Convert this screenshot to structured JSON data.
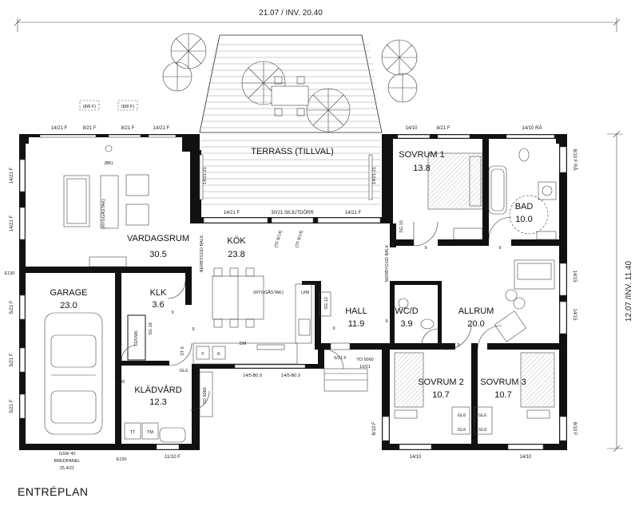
{
  "title": "ENTRÉPLAN",
  "dimensions": {
    "top": "21.07 / INV. 20.40",
    "right": "12.07 /INV. 11.40"
  },
  "rooms": {
    "terrass": "TERRASS (TILLVAL)",
    "vardagsrum": {
      "name": "VARDAGSRUM",
      "area": "30.5"
    },
    "kok": {
      "name": "KÖK",
      "area": "23.8"
    },
    "garage": {
      "name": "GARAGE",
      "area": "23.0"
    },
    "klk": {
      "name": "KLK",
      "area": "3.6"
    },
    "kladvard": {
      "name": "KLÄDVÅRD",
      "area": "12.3"
    },
    "hall": {
      "name": "HALL",
      "area": "11.9"
    },
    "wcd": {
      "name": "WC/D",
      "area": "3.9"
    },
    "allrum": {
      "name": "ALLRUM",
      "area": "20.0"
    },
    "sovrum1": {
      "name": "SOVRUM 1",
      "area": "13.8"
    },
    "bad": {
      "name": "BAD",
      "area": "10.0"
    },
    "sovrum2": {
      "name": "SOVRUM 2",
      "area": "10.7"
    },
    "sovrum3": {
      "name": "SOVRUM 3",
      "area": "10.7"
    }
  },
  "annotations": {
    "w_14_21_f": "14/21 F",
    "w_8_21_f": "8/21 F",
    "w_8_8_f": "(8/8 F)",
    "w_14_10": "14/10",
    "w_14_10_ra": "14/10 RÅ",
    "w_8_10_f_ra": "8/10 F RÅ",
    "w_14_21_21": "14/21-21",
    "w_14_15": "14/15",
    "w_8_10_f": "8/10 F",
    "w_5_21_f": "5/21 F",
    "w_11_10_f": "11/10 F",
    "w_14_10_b": "14/10",
    "skjutdorr": "30/21 SKJUTDÖRR",
    "ryggastak1": "(RYGGÅSTAK)",
    "ryggastak2": "(RYGGÅSTAK)",
    "tf1": "(TF 8/14)",
    "tf2": "(TF 8/14)",
    "nerbygd_balk1": "NERBYGGD BALK",
    "nerbygd_balk2": "NERBYGGD BALK",
    "sg15": "SG 15",
    "sg12": "SG 12",
    "sg18": "SG 18",
    "st6": "ST 6",
    "gl6_k": "GL6",
    "gl6_a": "GL6",
    "gl6_b": "GL6",
    "gl6_c": "GL6",
    "gl6_d": "GL6",
    "f": "F",
    "k": "K",
    "dm": "DM",
    "um": "U/M",
    "teknik": "TEKNIK",
    "tt": "TT",
    "tm": "TM",
    "e130_a": "E130",
    "e130_b": "E130",
    "e130_c": "E130",
    "yd_5060": "YD 5060",
    "yd_10_21": "10/21",
    "w_14_5_b09_a": "14/5-B0.9",
    "w_14_5_b09_b": "14/5-B0.9",
    "w_5_21_f_b": "5/21 F",
    "gsw": "GSW 40",
    "bredpanel": "BREDPANEL",
    "bredpanel_dim": "25.4/21",
    "door9": "9",
    "bk": "(BK)"
  }
}
